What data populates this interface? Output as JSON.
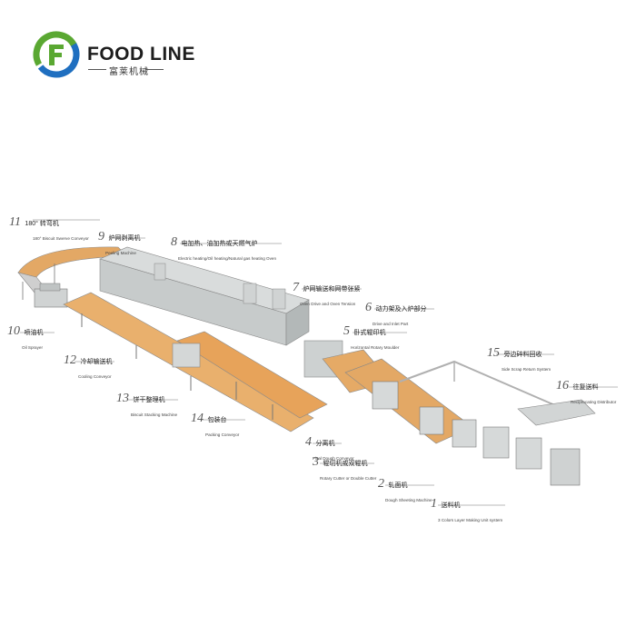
{
  "brand": {
    "name": "FOOD LINE",
    "subtitle": "富莱机械",
    "colors": {
      "green": "#5aa832",
      "blue": "#1f6fc0",
      "text": "#1d1d1d"
    }
  },
  "colors": {
    "machine_body": "#d9dcdc",
    "machine_shadow": "#a8aeae",
    "conveyor_orange": "#e7a35a",
    "line": "#777777"
  },
  "labels": [
    {
      "id": "1",
      "number": "1",
      "zh": "送料机",
      "en": "3 Colors Layer Making Unit system"
    },
    {
      "id": "2",
      "number": "2",
      "zh": "轧面机",
      "en": "Dough Sheeting Machine"
    },
    {
      "id": "3",
      "number": "3",
      "zh": "辊切机或双辊机",
      "en": "Rotary Cutter or Double Cutter"
    },
    {
      "id": "4",
      "number": "4",
      "zh": "分离机",
      "en": "Final Dough Conveyor"
    },
    {
      "id": "5",
      "number": "5",
      "zh": "卧式辊印机",
      "en": "Horizontal Rotary Moulder"
    },
    {
      "id": "6",
      "number": "6",
      "zh": "动力架及入炉部分",
      "en": "Drive and Inlet Part"
    },
    {
      "id": "7",
      "number": "7",
      "zh": "炉网输送和网带张紧",
      "en": "Oven Drive and Oven Tension"
    },
    {
      "id": "8",
      "number": "8",
      "zh": "电加热、油加热或天燃气炉",
      "en": "Electric heating/Oil heating/Natural gas heating Oven"
    },
    {
      "id": "9",
      "number": "9",
      "zh": "炉网剥离机",
      "en": "Peeling Machine"
    },
    {
      "id": "10",
      "number": "10",
      "zh": "喷油机",
      "en": "Oil Sprayer"
    },
    {
      "id": "11",
      "number": "11",
      "zh": "180° 转弯机",
      "en": "180° Biscuit Swerve Conveyor"
    },
    {
      "id": "12",
      "number": "12",
      "zh": "冷却输送机",
      "en": "Cooling Conveyor"
    },
    {
      "id": "13",
      "number": "13",
      "zh": "饼干整理机",
      "en": "Biscuit Stacking Machine"
    },
    {
      "id": "14",
      "number": "14",
      "zh": "包装台",
      "en": "Packing Conveyor"
    },
    {
      "id": "15",
      "number": "15",
      "zh": "旁边碎料回收",
      "en": "Side Scrap Return System"
    },
    {
      "id": "16",
      "number": "16",
      "zh": "往复送料",
      "en": "Reciprocating Distributor"
    }
  ]
}
